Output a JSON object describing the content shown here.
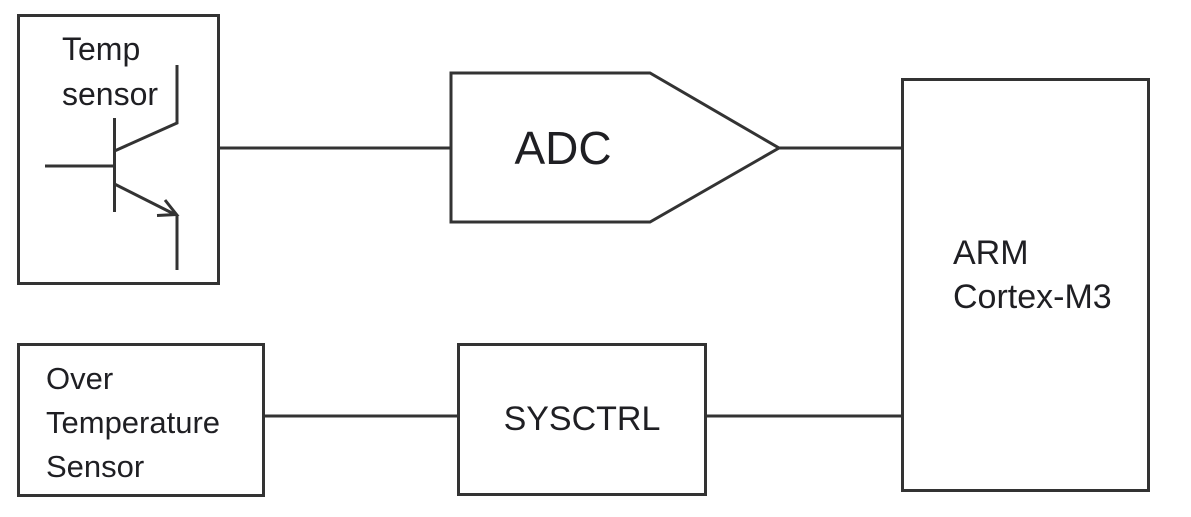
{
  "diagram": {
    "colors": {
      "line": "#333333",
      "text": "#1f1f23",
      "background": "#ffffff"
    },
    "blocks": {
      "temp_sensor": {
        "lines": [
          "Temp",
          "sensor"
        ],
        "icon": "npn-transistor-icon"
      },
      "adc": {
        "label": "ADC",
        "shape": "pentagon-arrow-right"
      },
      "arm_cortex": {
        "lines": [
          "ARM",
          "Cortex-M3"
        ]
      },
      "over_temp_sensor": {
        "lines": [
          "Over",
          "Temperature",
          "Sensor"
        ]
      },
      "sysctrl": {
        "label": "SYSCTRL"
      }
    },
    "connections": [
      {
        "from": "Temp sensor",
        "to": "ADC"
      },
      {
        "from": "ADC",
        "to": "ARM Cortex-M3"
      },
      {
        "from": "Over Temperature Sensor",
        "to": "SYSCTRL"
      },
      {
        "from": "SYSCTRL",
        "to": "ARM Cortex-M3"
      }
    ]
  }
}
